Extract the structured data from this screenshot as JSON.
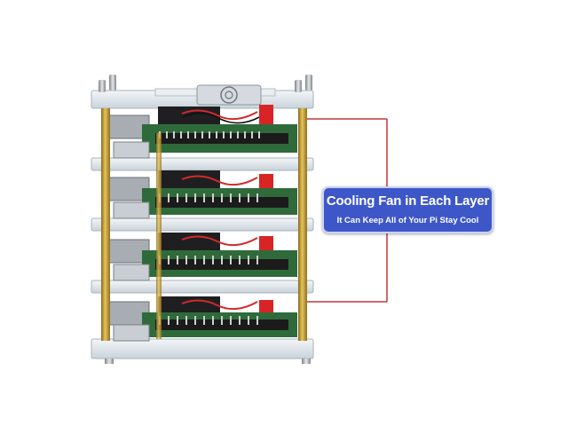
{
  "image": {
    "subject": "four-layer-raspberry-pi-cluster-case",
    "layers": 4
  },
  "callout": {
    "title": "Cooling Fan in Each Layer",
    "subtitle": "It Can Keep All of Your Pi Stay Cool"
  },
  "colors": {
    "bracket": "#c0383c",
    "badge": "#3d57c9",
    "pcb": "#2f6b3a",
    "standoff": "#c9a235",
    "acrylic": "#dfe7ee"
  }
}
